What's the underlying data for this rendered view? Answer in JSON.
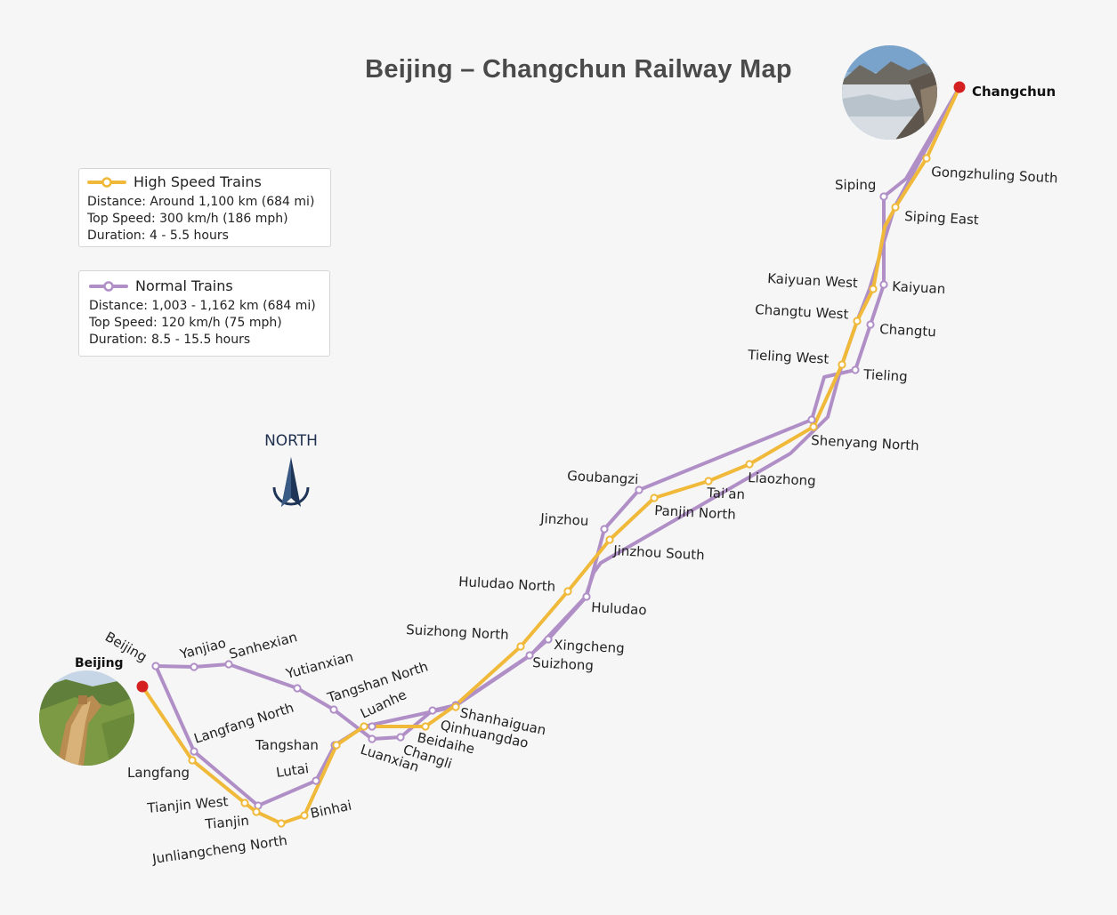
{
  "title": "Beijing – Changchun Railway Map",
  "colors": {
    "high_speed": "#f0b93a",
    "normal": "#b08fc7",
    "terminal": "#d42020",
    "compass": "#1f3557"
  },
  "legend": {
    "high_speed": {
      "name": "High Speed Trains",
      "distance": "Distance: Around 1,100 km (684 mi)",
      "top_speed": "Top Speed: 300 km/h (186 mph)",
      "duration": "Duration: 4 - 5.5 hours"
    },
    "normal": {
      "name": "Normal Trains",
      "distance": "Distance: 1,003 - 1,162 km (684 mi)",
      "top_speed": "Top Speed: 120 km/h (75 mph)",
      "duration": "Duration: 8.5 - 15.5 hours"
    }
  },
  "north_label": "NORTH",
  "terminals": {
    "start": "Beijing",
    "end": "Changchun"
  },
  "high_speed_stations": [
    "Langfang",
    "Tianjin West",
    "Tianjin",
    "Junliangcheng North",
    "Binhai",
    "Tangshan",
    "Luanhe",
    "Beidaihe",
    "Qinhuangdao",
    "Suizhong North",
    "Huludao North",
    "Jinzhou South",
    "Panjin North",
    "Tai'an",
    "Liaozhong",
    "Shenyang North",
    "Tieling West",
    "Changtu West",
    "Kaiyuan West",
    "Siping East",
    "Gongzhuling South"
  ],
  "normal_stations": [
    "Beijing",
    "Yanjiao",
    "Sanhexian",
    "Yutianxian",
    "Tangshan North",
    "Luanxian",
    "Changli",
    "Langfang North",
    "Lutai",
    "Shanhaiguan",
    "Xingcheng",
    "Suizhong",
    "Huludao",
    "Jinzhou",
    "Goubangzi",
    "Tieling",
    "Changtu",
    "Kaiyuan",
    "Siping"
  ],
  "labels": {
    "changchun": "Changchun",
    "gongzhuling_south": "Gongzhuling South",
    "siping": "Siping",
    "siping_east": "Siping East",
    "kaiyuan_west": "Kaiyuan West",
    "kaiyuan": "Kaiyuan",
    "changtu_west": "Changtu West",
    "changtu": "Changtu",
    "tieling_west": "Tieling West",
    "tieling": "Tieling",
    "shenyang_north": "Shenyang North",
    "goubangzi": "Goubangzi",
    "liaozhong": "Liaozhong",
    "taian": "Tai'an",
    "panjin_north": "Panjin North",
    "jinzhou": "Jinzhou",
    "jinzhou_south": "Jinzhou South",
    "huludao_north": "Huludao North",
    "huludao": "Huludao",
    "suizhong_north": "Suizhong North",
    "xingcheng": "Xingcheng",
    "suizhong": "Suizhong",
    "shanhaiguan": "Shanhaiguan",
    "qinhuangdao": "Qinhuangdao",
    "beidaihe": "Beidaihe",
    "changli": "Changli",
    "luanxian": "Luanxian",
    "luanhe": "Luanhe",
    "tangshan_north": "Tangshan North",
    "tangshan": "Tangshan",
    "yutianxian": "Yutianxian",
    "sanhexian": "Sanhexian",
    "yanjiao": "Yanjiao",
    "beijing": "Beijing",
    "beijing_end": "Beijing",
    "langfang_north": "Langfang North",
    "langfang": "Langfang",
    "lutai": "Lutai",
    "tianjin_west": "Tianjin West",
    "tianjin": "Tianjin",
    "binhai": "Binhai",
    "junliangcheng_north": "Junliangcheng North"
  }
}
